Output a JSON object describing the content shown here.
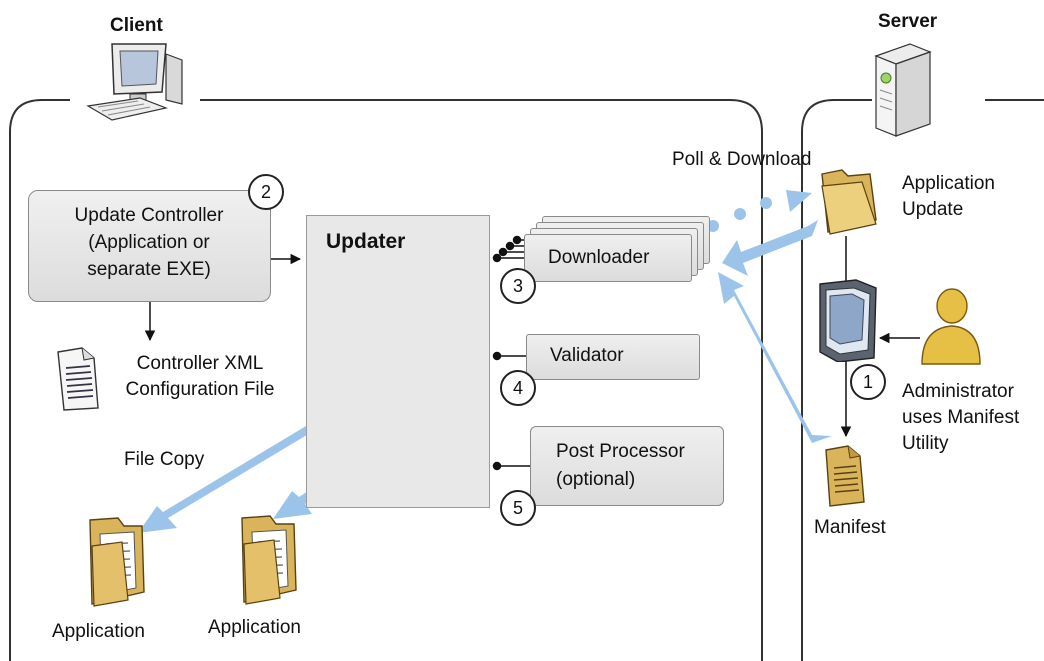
{
  "client": {
    "title": "Client",
    "update_controller": [
      "Update Controller",
      "(Application or",
      "separate EXE)"
    ],
    "updater": "Updater",
    "downloader": "Downloader",
    "validator": "Validator",
    "post_processor": [
      "Post Processor",
      "(optional)"
    ],
    "config_file": [
      "Controller XML",
      "Configuration File"
    ],
    "file_copy": "File Copy",
    "application_1": "Application",
    "application_2": "Application"
  },
  "server": {
    "title": "Server",
    "poll_download": "Poll & Download",
    "application_update": [
      "Application",
      "Update"
    ],
    "administrator": [
      "Administrator",
      "uses Manifest",
      "Utility"
    ],
    "manifest": "Manifest"
  },
  "steps": [
    "1",
    "2",
    "3",
    "4",
    "5"
  ],
  "icons": [
    "computer-icon",
    "server-icon",
    "folder-icon",
    "document-icon",
    "administrator-icon",
    "monitor-icon"
  ],
  "colors": {
    "arrow": "#9cc4ea",
    "box_fill": "#e6e6e6",
    "folder": "#d9b45a"
  }
}
